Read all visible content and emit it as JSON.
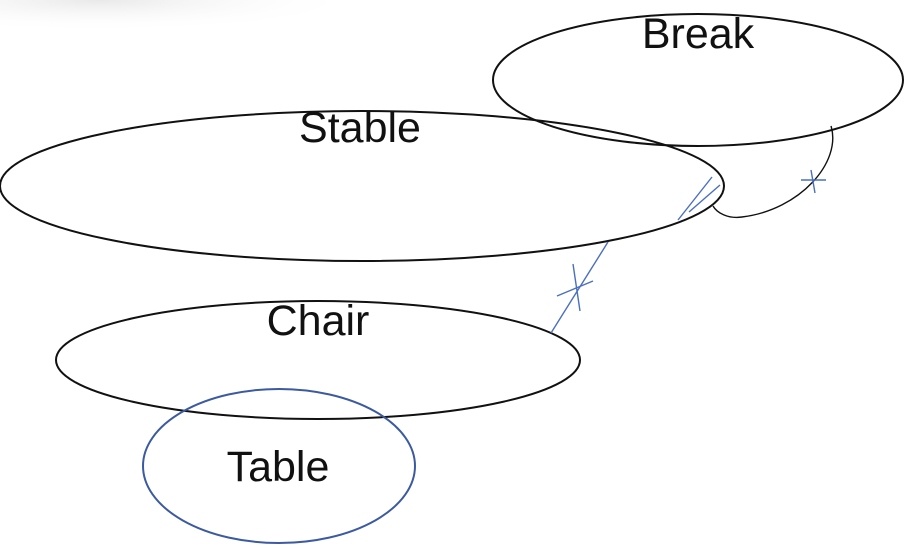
{
  "nodes": [
    {
      "id": "break",
      "label": "Break",
      "outline_color": "#111111"
    },
    {
      "id": "stable",
      "label": "Stable",
      "outline_color": "#111111"
    },
    {
      "id": "chair",
      "label": "Chair",
      "outline_color": "#111111"
    },
    {
      "id": "table",
      "label": "Table",
      "outline_color": "#3b5aa0"
    }
  ],
  "links": [
    {
      "from": "stable",
      "to": "chair",
      "style": "blue line with hand-drawn cross marks"
    },
    {
      "from": "stable",
      "to": "break",
      "style": "blue line with cross mark"
    },
    {
      "from": "break",
      "to": "stable",
      "style": "black curved stroke"
    }
  ],
  "colors": {
    "outline": "#111111",
    "accent_blue": "#4a6fc0",
    "table_outline": "#3b5aa0",
    "background": "#ffffff"
  }
}
